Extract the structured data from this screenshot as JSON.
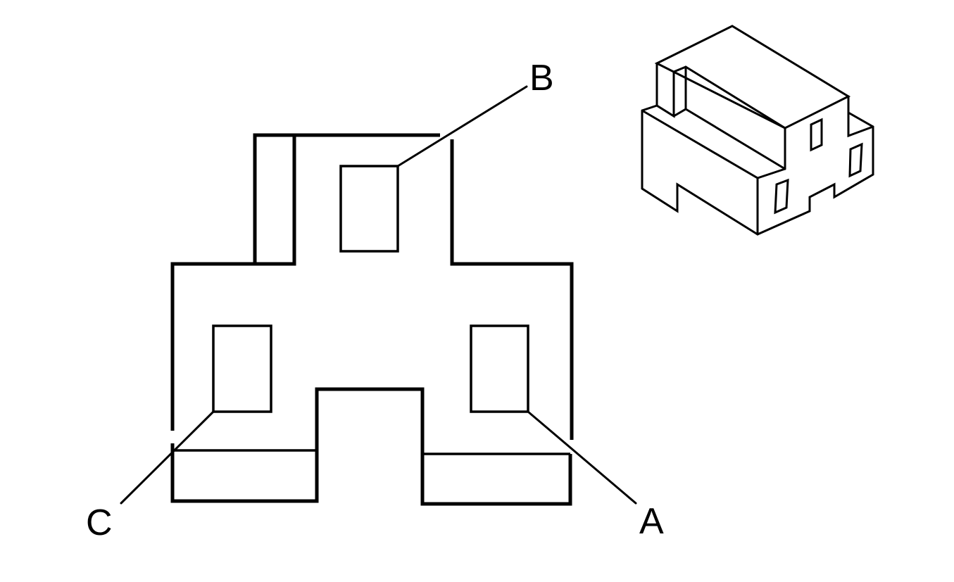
{
  "diagram": {
    "colors": {
      "stroke": "#000000",
      "background": "#ffffff"
    },
    "connector_face": {
      "cavities": [
        {
          "id": "B",
          "label": "B"
        },
        {
          "id": "C",
          "label": "C"
        },
        {
          "id": "A",
          "label": "A"
        }
      ]
    },
    "connector_isometric": {}
  }
}
